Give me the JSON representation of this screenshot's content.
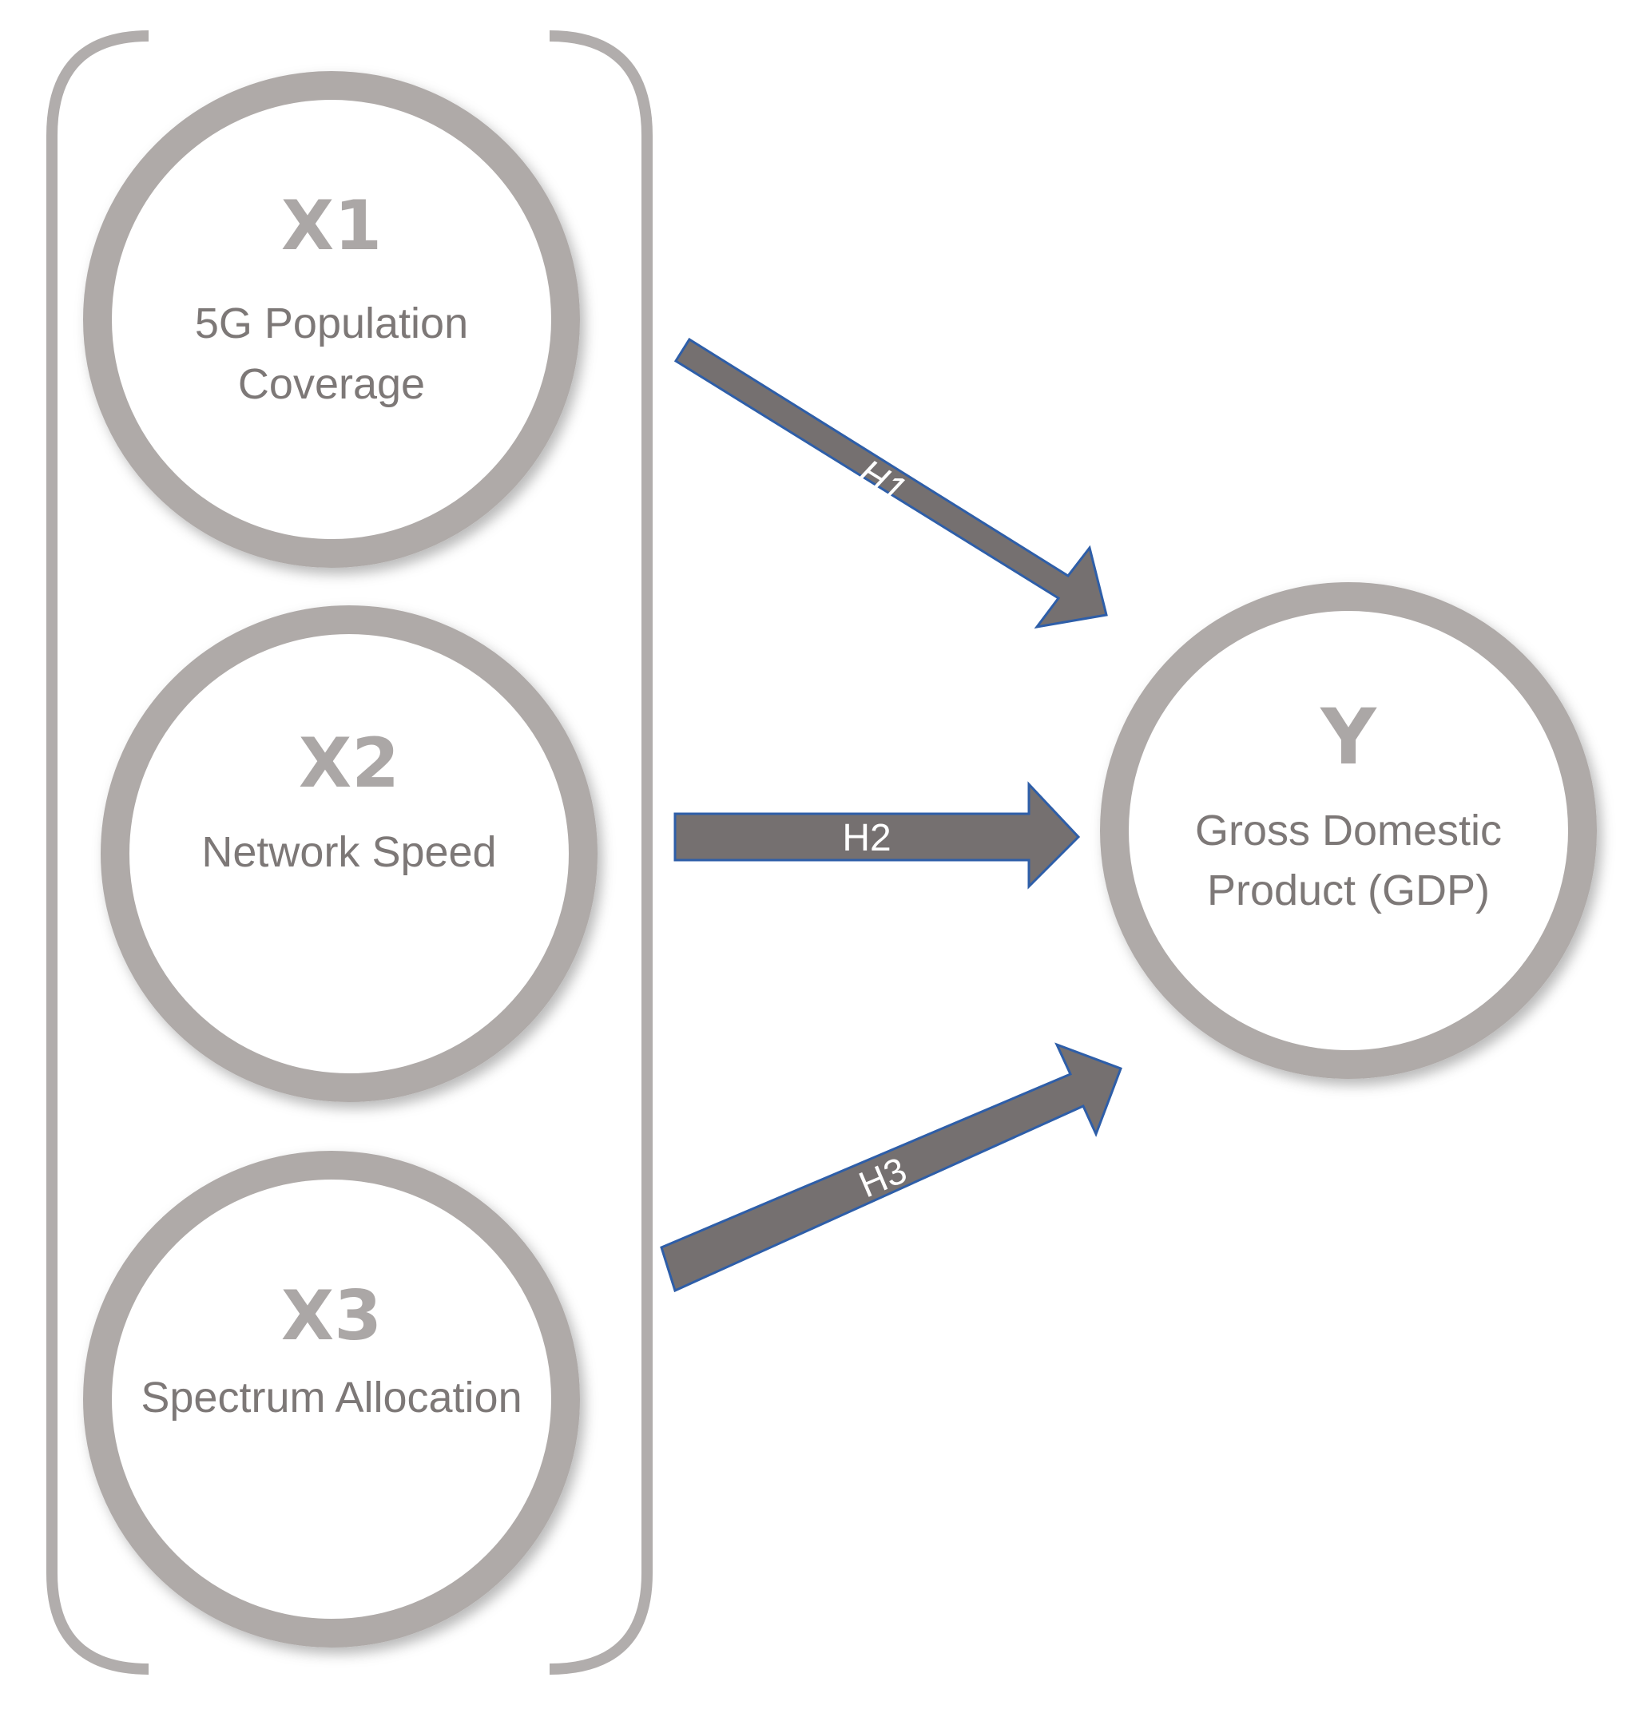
{
  "nodes": {
    "x1": {
      "code": "X1",
      "label_lines": [
        "5G Population",
        "Coverage"
      ]
    },
    "x2": {
      "code": "X2",
      "label_lines": [
        "Network Speed"
      ]
    },
    "x3": {
      "code": "X3",
      "label_lines": [
        "Spectrum Allocation"
      ]
    },
    "y": {
      "code": "Y",
      "label_lines": [
        "Gross Domestic",
        "Product (GDP)"
      ]
    }
  },
  "hypotheses": {
    "h1": "H1",
    "h2": "H2",
    "h3": "H3"
  },
  "colors": {
    "ring": "#afaaa8",
    "code_text": "#aba7a6",
    "label_text": "#7d7877",
    "arrow_fill": "#757070",
    "arrow_outline": "#2e5ea8",
    "bracket": "#b1adac"
  }
}
